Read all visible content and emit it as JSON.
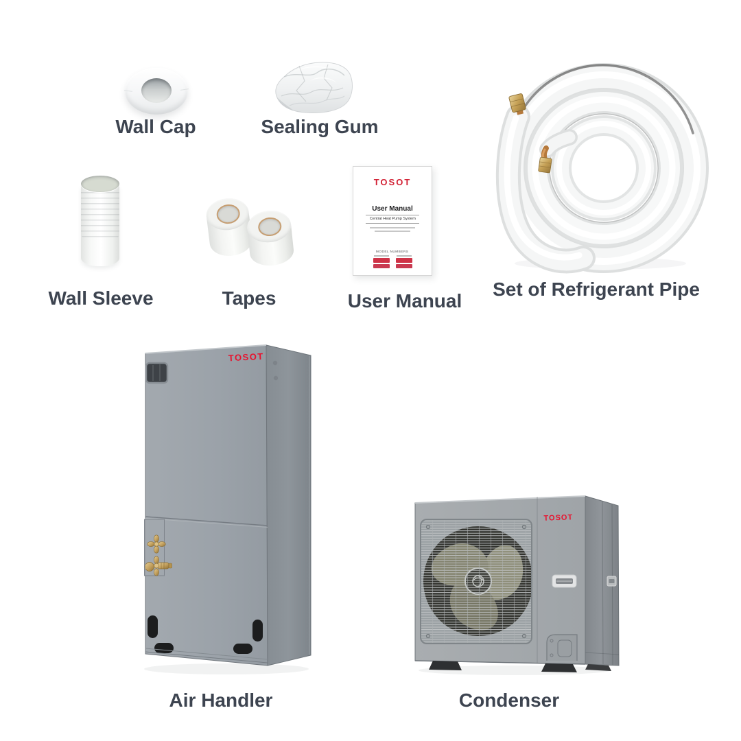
{
  "figure": {
    "background": "#ffffff",
    "accent_red": "#e8112d",
    "label_color": "#3d4450",
    "description_of_scene": "TOSOT central heat pump system package contents"
  },
  "labels": {
    "wall_cap": "Wall Cap",
    "sealing_gum": "Sealing Gum",
    "wall_sleeve": "Wall Sleeve",
    "tapes": "Tapes",
    "user_manual": "User Manual",
    "refrigerant_pipe": "Set of Refrigerant Pipe",
    "air_handler": "Air Handler",
    "condenser": "Condenser"
  },
  "manual_cover": {
    "brand": "TOSOT",
    "title": "User Manual",
    "subtitle": "Central Heat Pump System",
    "models_heading": "MODEL NUMBERS"
  },
  "units": {
    "air_handler_logo_text": "TOSOT",
    "condenser_logo_text": "TOSOT"
  }
}
